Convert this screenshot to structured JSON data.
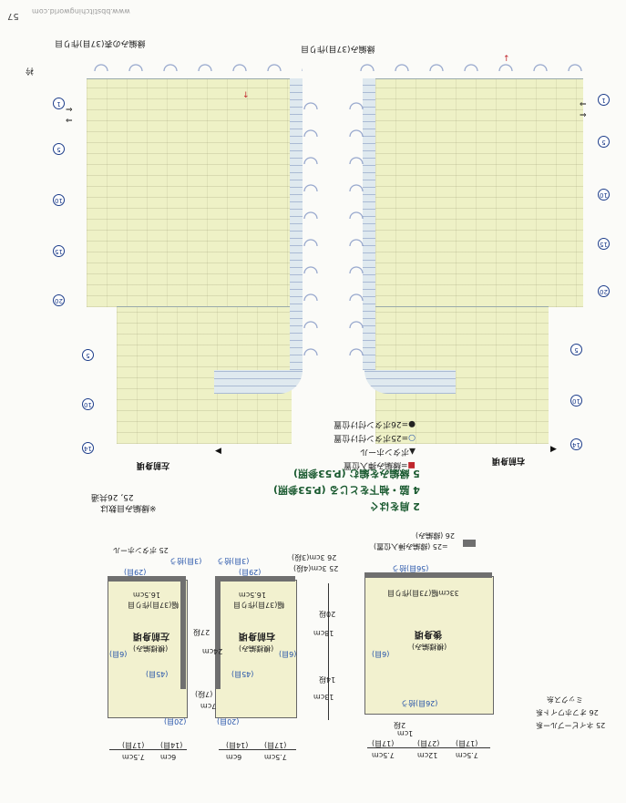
{
  "page": {
    "number": "57",
    "watermark": "www.bbstitchingworld.com"
  },
  "chart": {
    "left_panel_title": "左前身頃",
    "right_panel_title": "右前身頃",
    "top_note": "縁編み(37目)作り目",
    "top_left_note": "縁編みの表(37目)作り目",
    "right_edge_label": "衿",
    "row_markers": [
      "1",
      "5",
      "10",
      "15",
      "20"
    ],
    "row_markers_lower": [
      "5",
      "10",
      "14"
    ]
  },
  "legend": {
    "items": [
      {
        "symbol": "●",
        "text": "=26ボタン付け位置"
      },
      {
        "symbol": "○",
        "text": "=25ボタン付け位置"
      },
      {
        "symbol": "▲",
        "text": "ボタンホール"
      },
      {
        "symbol": "■",
        "text": "=縁編み挿入位置"
      }
    ]
  },
  "steps": {
    "items": [
      {
        "num": "2",
        "text": "肩をはぐ"
      },
      {
        "num": "4",
        "text": "脇・袖下をとじる (P.53参照)"
      },
      {
        "num": "5",
        "text": "縁編みを編む (P.53参照)"
      }
    ],
    "note1": "※縁編み目数は",
    "note2": "25, 26共通"
  },
  "schematic": {
    "back": {
      "title": "後身頃",
      "subtitle": "(模様編み)",
      "top_label": "(56目)拾う",
      "hem_label": "33cm幅(73目)作り目",
      "neck_label": "(26目)拾う",
      "side_label": "(6目)",
      "dims": [
        "7.5cm",
        "12cm",
        "7.5cm"
      ],
      "dim_stitches": [
        "(17目)",
        "(27目)",
        "(17目)"
      ],
      "neck_depth": "1cm",
      "neck_rows": "2段"
    },
    "heights": {
      "h1": "13cm",
      "h1_rows": "14段",
      "h2": "18cm",
      "h2_rows": "20段",
      "h3": "26 3cm(3段)",
      "h4": "25 3cm(4段)"
    },
    "left_front": {
      "title": "左前身頃",
      "subtitle": "(模様編み)",
      "top_label": "(29目)",
      "pick": "拾う",
      "hem_label": "16.5cm",
      "hem_stitches": "幅(37目)作り目",
      "side_label": "(6目)",
      "inner_label": "(45目)",
      "neck_label": "(20目)",
      "neck_pick": "拾う",
      "dims": [
        "6cm",
        "7.5cm"
      ],
      "dim_stitches": [
        "(14目)",
        "(17目)"
      ],
      "buttonhole": "25 ボタンホール",
      "pick2": "(3目)拾う",
      "pick3": "(3目)拾う",
      "side_pick": "拾う"
    },
    "right_front": {
      "title": "右前身頃",
      "subtitle": "(模様編み)",
      "top_label": "(29目)",
      "pick": "拾う",
      "hem_label": "16.5cm",
      "hem_stitches": "幅(37目)作り目",
      "side_label": "(6目)",
      "inner_label": "(45目)",
      "neck_label": "(20目)",
      "neck_pick": "拾う",
      "dims": [
        "7.5cm",
        "6cm"
      ],
      "dim_stitches": [
        "(17目)",
        "(14目)"
      ],
      "front_height": "24cm",
      "front_rows": "27段",
      "neck_depth": "7cm",
      "neck_rows": "(7段)"
    },
    "corner_note": {
      "swatch_label": "=25 (縁編み挿入位置)",
      "swatch_sub": "26 (縁編み)",
      "line1": "25 ネイビーブルー系",
      "line2": "26 オフホワイト系",
      "line3": "ミックス糸"
    }
  }
}
